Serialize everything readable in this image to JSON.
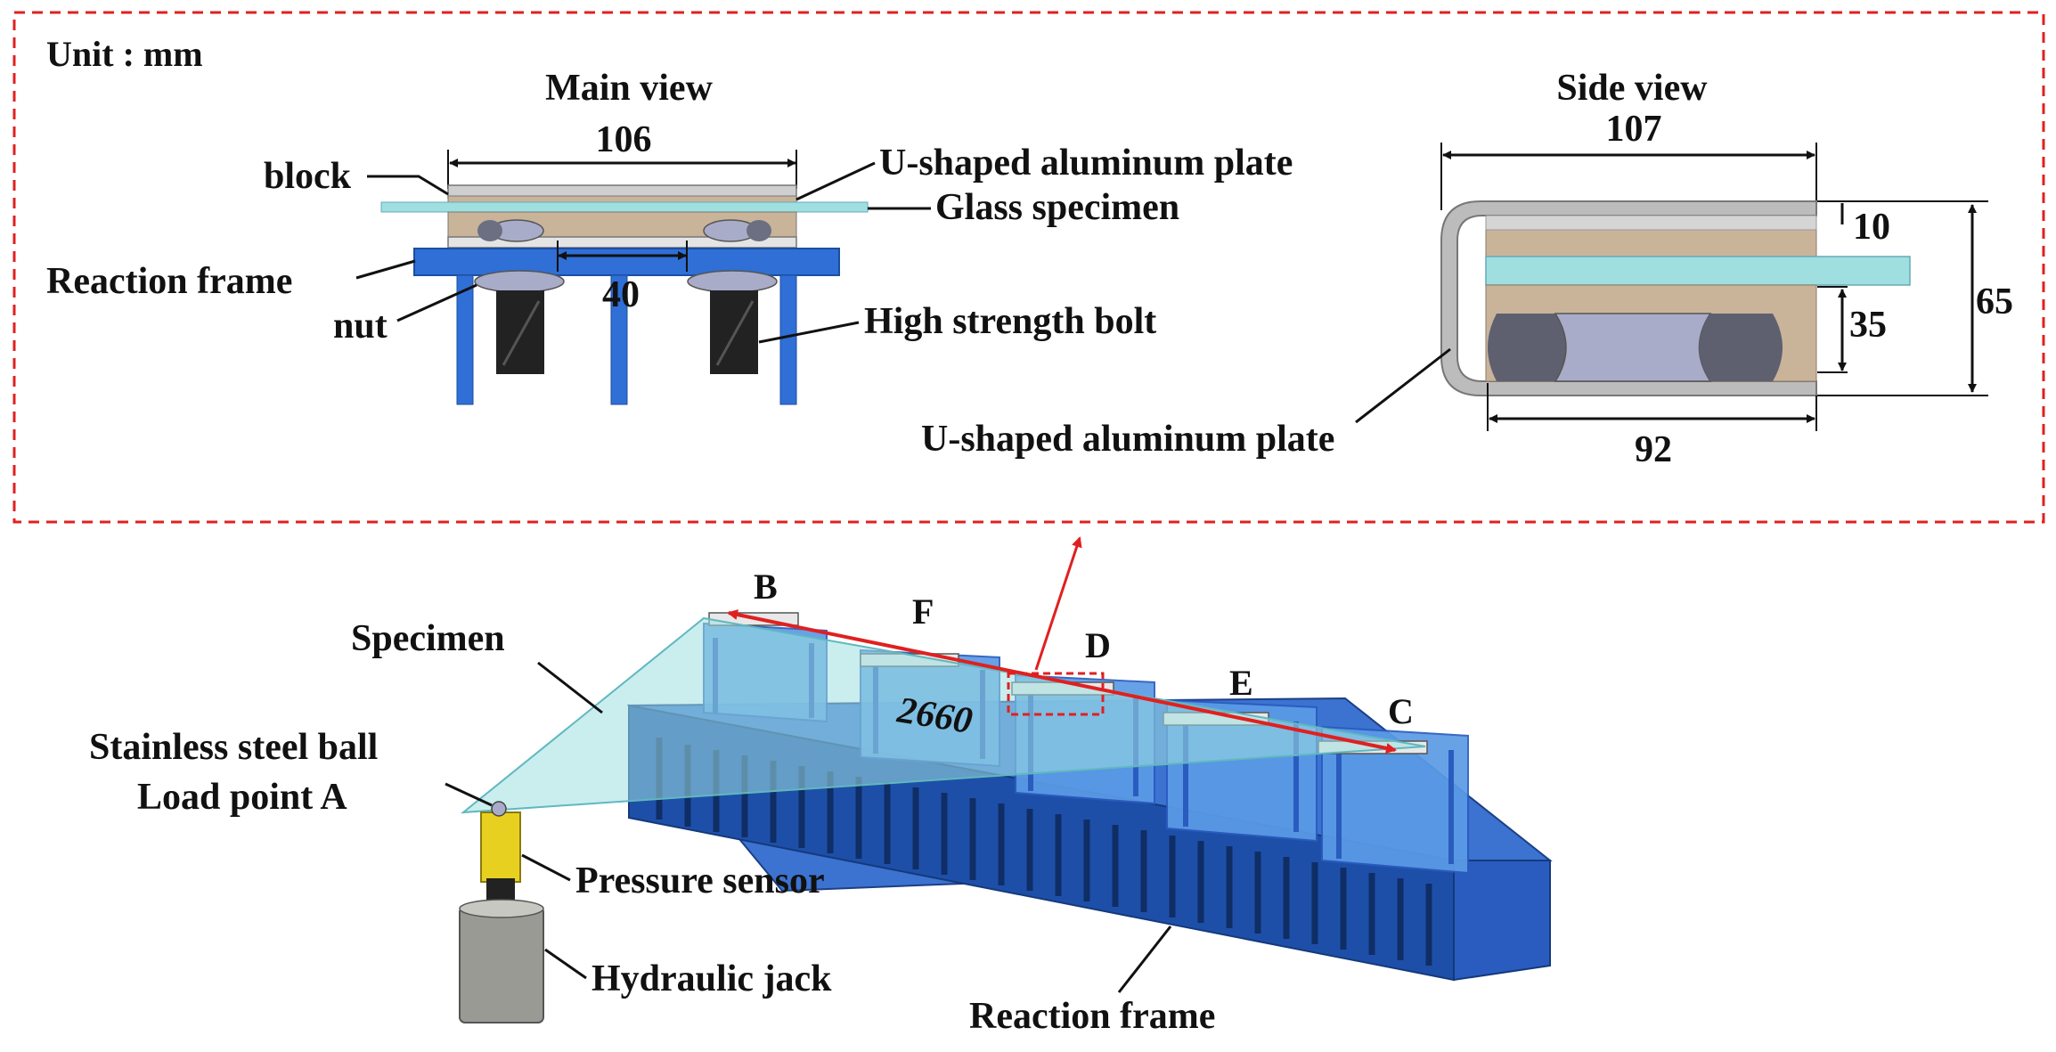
{
  "unit_label": "Unit : mm",
  "main_view": {
    "title": "Main view",
    "dim_width": "106",
    "dim_gap": "40",
    "labels": {
      "block": "block",
      "u_plate": "U-shaped aluminum plate",
      "glass": "Glass specimen",
      "reaction_frame": "Reaction frame",
      "nut": "nut",
      "bolt": "High strength bolt"
    }
  },
  "side_view": {
    "title": "Side view",
    "dim_width": "107",
    "dim_top": "10",
    "dim_height": "65",
    "dim_lower": "35",
    "dim_inner": "92",
    "label_u_plate": "U-shaped aluminum plate"
  },
  "assembly": {
    "points": {
      "B": "B",
      "F": "F",
      "D": "D",
      "E": "E",
      "C": "C"
    },
    "span": "2660",
    "labels": {
      "specimen": "Specimen",
      "ball": "Stainless steel ball",
      "load_point": "Load point A",
      "sensor": "Pressure sensor",
      "jack": "Hydraulic jack",
      "frame": "Reaction frame"
    }
  },
  "colors": {
    "frame_blue": "#2f6fd6",
    "glass": "#9fdfe0",
    "wood": "#c9b49a",
    "aluminum": "#bcbcbc",
    "red_accent": "#e02020",
    "bolt_dark": "#222222",
    "sensor_yellow": "#e8d020",
    "jack_gray": "#9a9a94"
  }
}
